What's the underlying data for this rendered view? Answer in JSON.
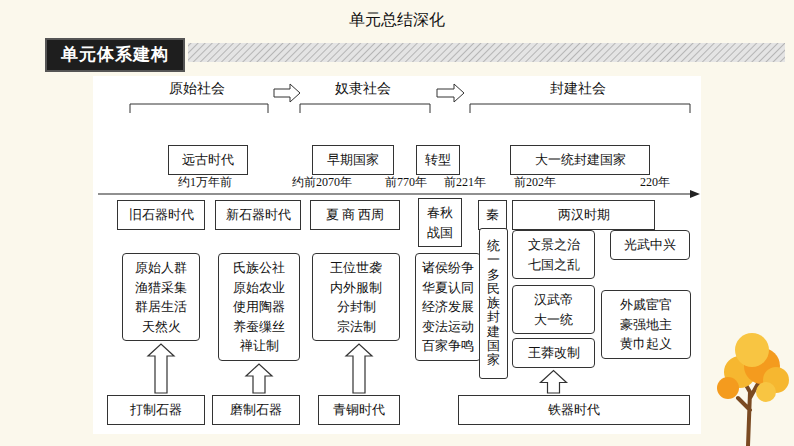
{
  "diagram": {
    "title": "单元总结深化",
    "nodes": [
      {
        "text": [
          "单元体系建构"
        ]
      },
      {
        "text": [
          "远古时代"
        ]
      },
      {
        "text": [
          "早期国家"
        ]
      },
      {
        "text": [
          "转型"
        ]
      },
      {
        "text": [
          "大一统封建国家"
        ]
      },
      {
        "text": [
          "旧石器时代"
        ]
      },
      {
        "text": [
          "新石器时代"
        ]
      },
      {
        "text": [
          "夏 商 西周"
        ]
      },
      {
        "text": [
          "春秋 战国"
        ]
      },
      {
        "text": [
          "秦"
        ]
      },
      {
        "text": [
          "两汉时期"
        ]
      },
      {
        "text": [
          "原始人群 渔猎采集 群居生活 天然火"
        ]
      },
      {
        "text": [
          "氏族公社 原始农业 使用陶器 养蚕缫丝 禅让制"
        ]
      },
      {
        "text": [
          "王位世袭 内外服制 分封制 宗法制"
        ]
      },
      {
        "text": [
          "诸侯纷争 华夏认同 经济发展 变法运动 百家争鸣"
        ]
      },
      {
        "text": [
          "统一多民族封建国家"
        ]
      },
      {
        "text": [
          "文景之治 七国之乱"
        ]
      },
      {
        "text": [
          "光武中兴"
        ]
      },
      {
        "text": [
          "汉武帝 大一统"
        ]
      },
      {
        "text": [
          "王莽改制"
        ]
      },
      {
        "text": [
          "外戚宦官 豪强地主 黄巾起义"
        ]
      },
      {
        "text": [
          "打制石器"
        ]
      },
      {
        "text": [
          "磨制石器"
        ]
      },
      {
        "text": [
          "青铜时代"
        ]
      },
      {
        "text": [
          "铁器时代"
        ]
      }
    ],
    "edges": [
      {
        "from": 21,
        "to": 11,
        "arrow": "to"
      },
      {
        "from": 22,
        "to": 12,
        "arrow": "to"
      },
      {
        "from": 23,
        "to": 13,
        "arrow": "to"
      },
      {
        "from": 24,
        "to": 19,
        "arrow": "to"
      }
    ],
    "labels": [
      "原始社会",
      "奴隶社会",
      "封建社会",
      "约1万年前",
      "约前2070年",
      "前770年",
      "前221年",
      "前202年",
      "220年"
    ]
  }
}
